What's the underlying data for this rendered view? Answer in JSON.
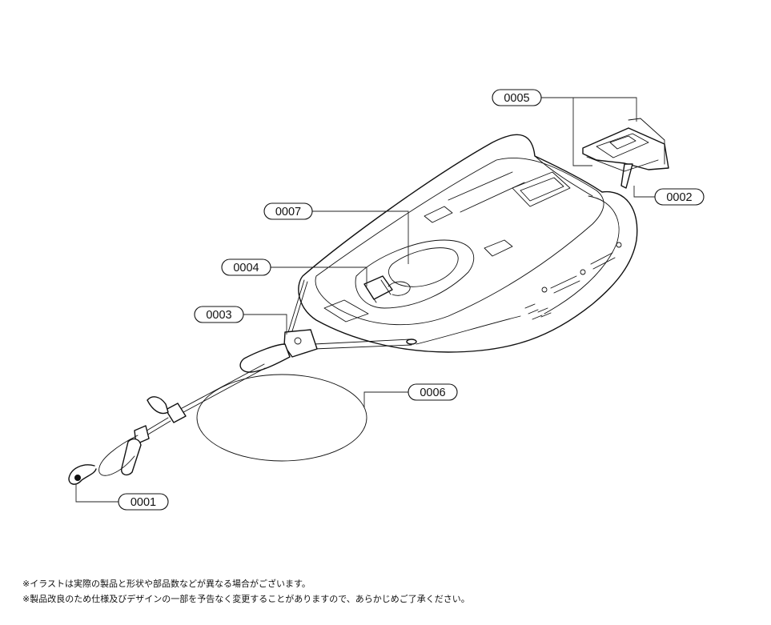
{
  "parts": [
    {
      "code": "0001"
    },
    {
      "code": "0002"
    },
    {
      "code": "0003"
    },
    {
      "code": "0004"
    },
    {
      "code": "0005"
    },
    {
      "code": "0006"
    },
    {
      "code": "0007"
    }
  ],
  "notes": [
    "※イラストは実際の製品と形状や部品数などが異なる場合がございます。",
    "※製品改良のため仕様及びデザインの一部を予告なく変更することがありますので、あらかじめご了承ください。"
  ]
}
